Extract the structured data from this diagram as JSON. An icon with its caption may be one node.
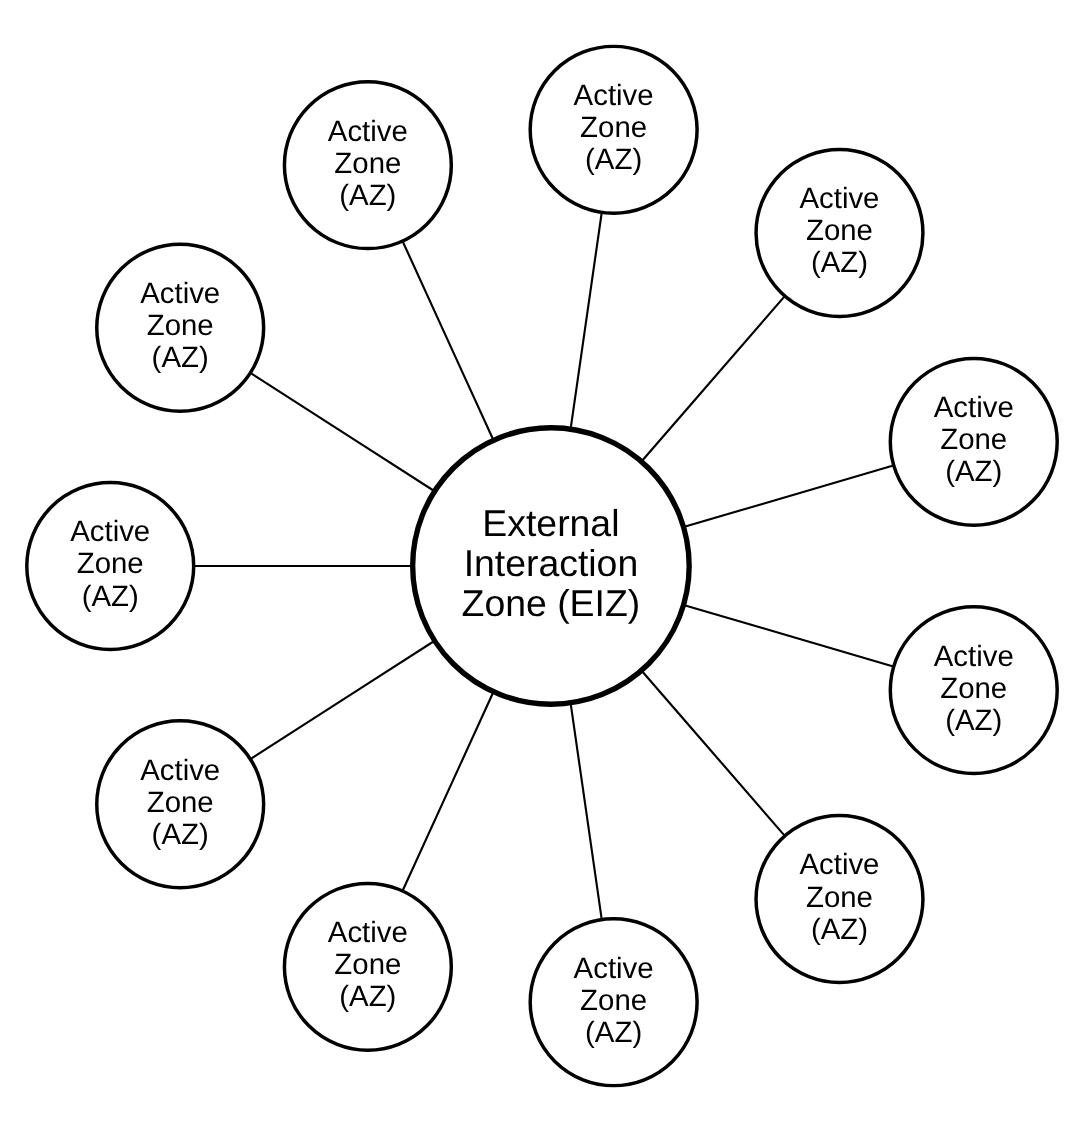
{
  "diagram": {
    "nodes": [
      {
        "text": [
          "Active Zone (AZ)"
        ]
      },
      {
        "text": [
          "Active Zone (AZ)"
        ]
      },
      {
        "text": [
          "Active Zone (AZ)"
        ]
      },
      {
        "text": [
          "Active Zone (AZ)"
        ]
      },
      {
        "text": [
          "Active Zone (AZ)"
        ]
      },
      {
        "text": [
          "External Interaction Zone (EIZ)"
        ]
      },
      {
        "text": [
          "Active Zone (AZ)"
        ]
      },
      {
        "text": [
          "Active Zone (AZ)"
        ]
      },
      {
        "text": [
          "Active Zone (AZ)"
        ]
      },
      {
        "text": [
          "Active Zone (AZ)"
        ]
      },
      {
        "text": [
          "Active Zone (AZ)"
        ]
      },
      {
        "text": [
          "Active Zone (AZ)"
        ]
      }
    ],
    "edges": [
      {
        "from": 5,
        "to": 0,
        "arrow": "none"
      },
      {
        "from": 5,
        "to": 1,
        "arrow": "none"
      },
      {
        "from": 5,
        "to": 2,
        "arrow": "none"
      },
      {
        "from": 5,
        "to": 3,
        "arrow": "none"
      },
      {
        "from": 5,
        "to": 4,
        "arrow": "none"
      },
      {
        "from": 5,
        "to": 6,
        "arrow": "none"
      },
      {
        "from": 5,
        "to": 7,
        "arrow": "none"
      },
      {
        "from": 5,
        "to": 8,
        "arrow": "none"
      },
      {
        "from": 5,
        "to": 9,
        "arrow": "none"
      },
      {
        "from": 5,
        "to": 10,
        "arrow": "none"
      },
      {
        "from": 5,
        "to": 11,
        "arrow": "none"
      }
    ]
  }
}
